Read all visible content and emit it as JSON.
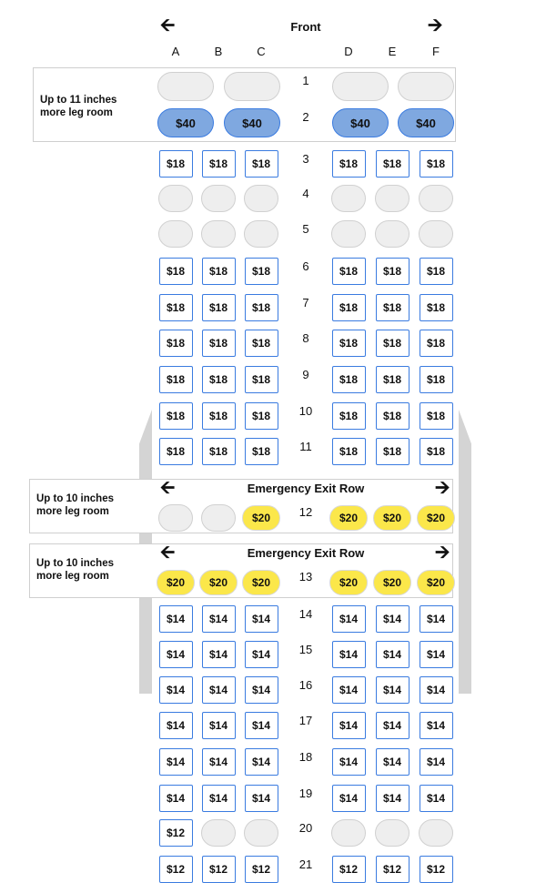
{
  "header": {
    "title": "Front",
    "left_arrow": "arrow-left-icon",
    "right_arrow": "arrow-right-icon"
  },
  "columns": [
    "A",
    "B",
    "C",
    "D",
    "E",
    "F"
  ],
  "sections": [
    {
      "note_line1": "Up to 11 inches",
      "note_line2": "more leg room"
    },
    {
      "title": "Emergency Exit Row",
      "note_line1": "Up to 10 inches",
      "note_line2": "more leg room"
    },
    {
      "title": "Emergency Exit Row",
      "note_line1": "Up to 10 inches",
      "note_line2": "more leg room"
    }
  ],
  "rows": [
    {
      "num": "1",
      "kind": "premium",
      "seats": [
        null,
        null,
        null,
        null
      ]
    },
    {
      "num": "2",
      "kind": "premium",
      "seats": [
        "$40",
        "$40",
        "$40",
        "$40"
      ]
    },
    {
      "num": "3",
      "seats": [
        "$18",
        "$18",
        "$18",
        "$18",
        "$18",
        "$18"
      ]
    },
    {
      "num": "4",
      "seats": [
        null,
        null,
        null,
        null,
        null,
        null
      ]
    },
    {
      "num": "5",
      "seats": [
        null,
        null,
        null,
        null,
        null,
        null
      ]
    },
    {
      "num": "6",
      "seats": [
        "$18",
        "$18",
        "$18",
        "$18",
        "$18",
        "$18"
      ]
    },
    {
      "num": "7",
      "seats": [
        "$18",
        "$18",
        "$18",
        "$18",
        "$18",
        "$18"
      ]
    },
    {
      "num": "8",
      "seats": [
        "$18",
        "$18",
        "$18",
        "$18",
        "$18",
        "$18"
      ]
    },
    {
      "num": "9",
      "seats": [
        "$18",
        "$18",
        "$18",
        "$18",
        "$18",
        "$18"
      ]
    },
    {
      "num": "10",
      "seats": [
        "$18",
        "$18",
        "$18",
        "$18",
        "$18",
        "$18"
      ]
    },
    {
      "num": "11",
      "seats": [
        "$18",
        "$18",
        "$18",
        "$18",
        "$18",
        "$18"
      ]
    },
    {
      "num": "12",
      "kind": "exit",
      "seats": [
        null,
        null,
        "$20",
        "$20",
        "$20",
        "$20"
      ]
    },
    {
      "num": "13",
      "kind": "exit",
      "seats": [
        "$20",
        "$20",
        "$20",
        "$20",
        "$20",
        "$20"
      ]
    },
    {
      "num": "14",
      "seats": [
        "$14",
        "$14",
        "$14",
        "$14",
        "$14",
        "$14"
      ]
    },
    {
      "num": "15",
      "seats": [
        "$14",
        "$14",
        "$14",
        "$14",
        "$14",
        "$14"
      ]
    },
    {
      "num": "16",
      "seats": [
        "$14",
        "$14",
        "$14",
        "$14",
        "$14",
        "$14"
      ]
    },
    {
      "num": "17",
      "seats": [
        "$14",
        "$14",
        "$14",
        "$14",
        "$14",
        "$14"
      ]
    },
    {
      "num": "18",
      "seats": [
        "$14",
        "$14",
        "$14",
        "$14",
        "$14",
        "$14"
      ]
    },
    {
      "num": "19",
      "seats": [
        "$14",
        "$14",
        "$14",
        "$14",
        "$14",
        "$14"
      ]
    },
    {
      "num": "20",
      "seats": [
        "$12",
        null,
        null,
        null,
        null,
        null
      ]
    },
    {
      "num": "21",
      "seats": [
        "$12",
        "$12",
        "$12",
        "$12",
        "$12",
        "$12"
      ]
    }
  ]
}
